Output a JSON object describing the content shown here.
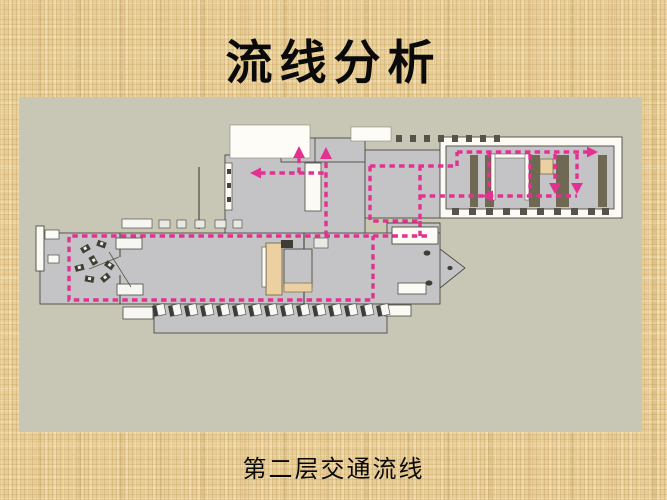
{
  "slide": {
    "title": "流线分析",
    "caption": "第二层交通流线"
  },
  "figure": {
    "name": "second-floor-traffic-flow-plan",
    "description": "Architectural second-floor plan with magenta dashed traffic flow lines and arrows",
    "colors": {
      "slide_background": "#e7cd96",
      "panel_background": "#c8c6b5",
      "floor": "#c4c4c6",
      "wall_white": "#fbfaf4",
      "wall_outline": "#4c4b42",
      "dark_partition": "#6f6852",
      "flow_line": "#e23190",
      "wood_tan": "#ecd0a2"
    }
  }
}
